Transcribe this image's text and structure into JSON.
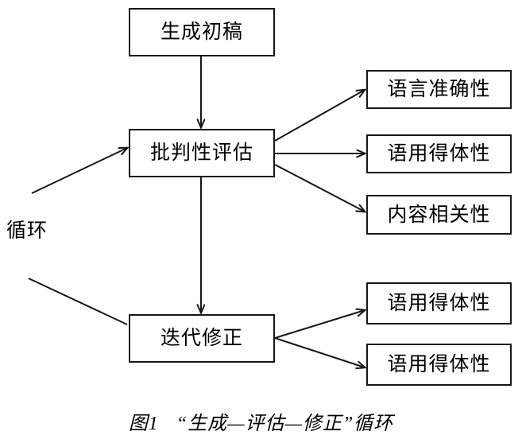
{
  "figure": {
    "caption_number": "图1",
    "caption_text": "“生成—评估—修正”循环"
  },
  "nodes": {
    "draft": "生成初稿",
    "evaluate": "批判性评估",
    "revise": "迭代修正",
    "eval_out_1": "语言准确性",
    "eval_out_2": "语用得体性",
    "eval_out_3": "内容相关性",
    "revise_out_1": "语用得体性",
    "revise_out_2": "语用得体性"
  },
  "labels": {
    "cycle": "循环"
  },
  "style": {
    "stroke": "#161616",
    "background": "#ffffff",
    "text": "#000000"
  }
}
